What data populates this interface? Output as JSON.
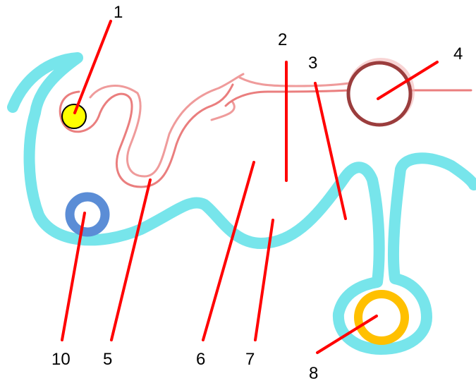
{
  "diagram": {
    "labels": [
      "1",
      "2",
      "3",
      "4",
      "5",
      "6",
      "7",
      "8",
      "10"
    ],
    "colors": {
      "outer_tube": "#5fe0e8",
      "inner_tube": "#e87070",
      "leader_line": "#ff0000",
      "marker_1": "#ffff00",
      "marker_4": "#9b3d3d",
      "marker_8": "#ffc000",
      "marker_10": "#5b8dd6"
    }
  }
}
